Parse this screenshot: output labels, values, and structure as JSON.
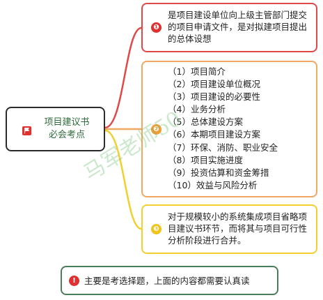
{
  "root": {
    "title": "项目建议书",
    "subtitle": "必会考点",
    "icon": "flag-icon"
  },
  "branches": [
    {
      "badge": "❶",
      "color": "#e04848",
      "text": "是项目建设单位向上级主管部门提交的项目申请文件，是对拟建项目提出的总体设想"
    },
    {
      "badge": "❷",
      "color": "#f0a860",
      "items": [
        "（1）项目简介",
        "（2）项目建设单位概况",
        "（3）项目建设的必要性",
        "（4）业务分析",
        "（5）总体建设方案",
        "（6）本期项目建设方案",
        "（7）环保、消防、职业安全",
        "（8）项目实施进度",
        "（9）投资估算和资金筹措",
        "（10）效益与风险分析"
      ]
    },
    {
      "badge": "❸",
      "color": "#f1cf2e",
      "text": "对于规模较小的系统集成项目省略项目建议书环节，而将其与项目可行性分析阶段进行合并。"
    }
  ],
  "note": {
    "badge": "!",
    "text": "主要是考选择题，上面的内容都需要认真读"
  },
  "watermark": "马军老师50"
}
